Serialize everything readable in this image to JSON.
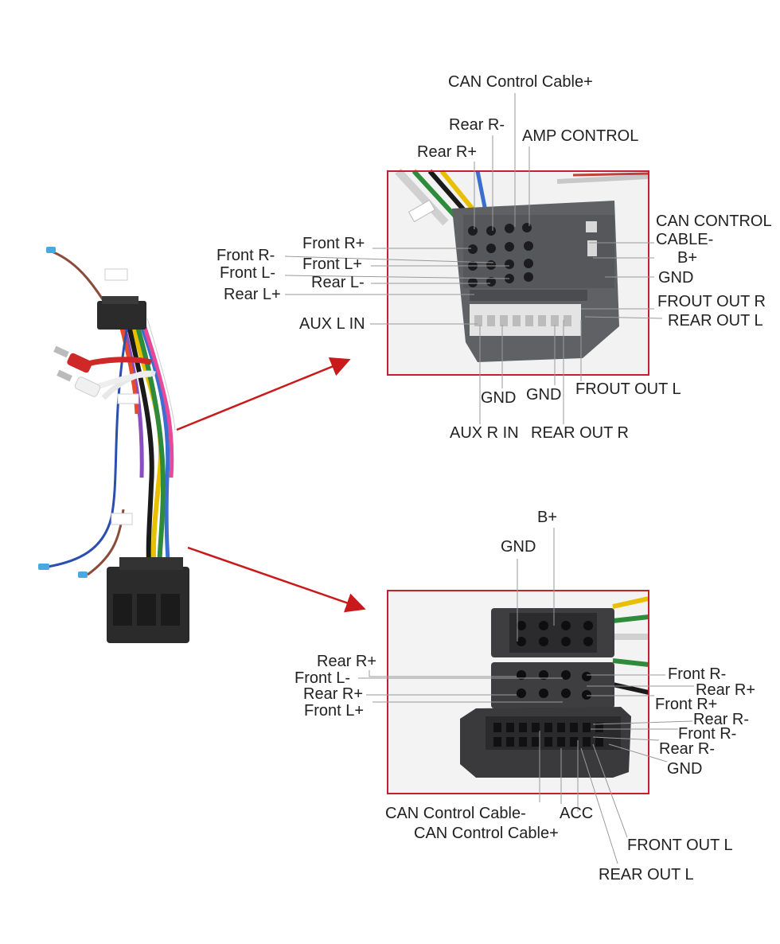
{
  "top_connector": {
    "labels": {
      "can_control_cable_plus": "CAN Control Cable+",
      "rear_r_minus": "Rear R-",
      "amp_control": "AMP CONTROL",
      "rear_r_plus": "Rear R+",
      "can_control_cable_minus_line1": "CAN CONTROL",
      "can_control_cable_minus_line2": "CABLE-",
      "b_plus": "B+",
      "gnd_right": "GND",
      "frout_out_r": "FROUT OUT R",
      "rear_out_l": "REAR OUT L",
      "front_r_plus": "Front R+",
      "front_r_minus": "Front R-",
      "front_l_plus": "Front L+",
      "front_l_minus": "Front L-",
      "rear_l_minus": "Rear L-",
      "rear_l_plus": "Rear L+",
      "aux_l_in": "AUX L IN",
      "gnd_bottom_1": "GND",
      "gnd_bottom_2": "GND",
      "frout_out_l": "FROUT OUT L",
      "aux_r_in": "AUX R IN",
      "rear_out_r": "REAR OUT R"
    }
  },
  "bottom_connector": {
    "labels": {
      "b_plus": "B+",
      "gnd_top": "GND",
      "rear_r_plus_1": "Rear R+",
      "front_l_minus": "Front L-",
      "rear_r_plus_2": "Rear R+",
      "front_l_plus": "Front L+",
      "front_r_minus_1": "Front R-",
      "rear_r_plus_3": "Rear R+",
      "front_r_plus": "Front R+",
      "rear_r_minus_1": "Rear R-",
      "front_r_minus_2": "Front R-",
      "rear_r_minus_2": "Rear R-",
      "gnd_right": "GND",
      "can_control_cable_minus": "CAN Control Cable-",
      "acc": "ACC",
      "can_control_cable_plus": "CAN Control Cable+",
      "front_out_l": "FRONT OUT L",
      "rear_out_l": "REAR OUT L"
    }
  },
  "colors": {
    "frame_red": "#c8202b",
    "arrow_red": "#c81a1a",
    "connector_gray": "#5f6165",
    "leader_gray": "#9a9a9a"
  }
}
